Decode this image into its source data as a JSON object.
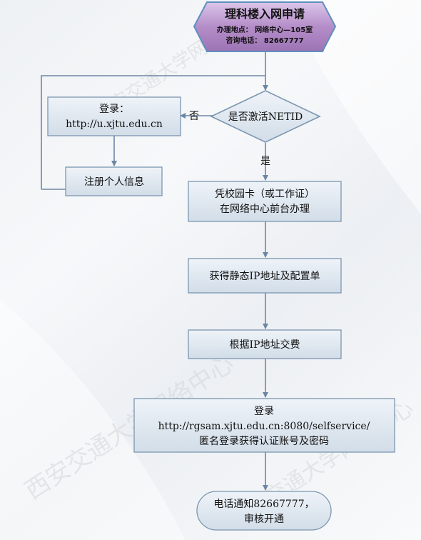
{
  "header": {
    "title": "理科楼入网申请",
    "address": "办理地点：  网络中心—105室",
    "phone": "咨询电话：  82667777"
  },
  "decision": {
    "label": "是否激活NETID",
    "yes": "是",
    "no": "否"
  },
  "login_box": {
    "line1": "登录：",
    "line2": "http://u.xjtu.edu.cn"
  },
  "register_box": {
    "label": "注册个人信息"
  },
  "steps": [
    {
      "line1": "凭校园卡（或工作证）",
      "line2": "在网络中心前台办理"
    },
    {
      "line1": "获得静态IP地址及配置单"
    },
    {
      "line1": "根据IP地址交费"
    },
    {
      "line1": "登录",
      "line2": "http://rgsam.xjtu.edu.cn:8080/selfservice/",
      "line3": "匿名登录获得认证账号及密码"
    }
  ],
  "final": {
    "line1": "电话通知82667777，",
    "line2": "审核开通"
  },
  "watermark": {
    "text": "西安交通大学网络中心"
  },
  "colors": {
    "box_fill": "#dde6ef",
    "box_stroke": "#7c96b0",
    "header_fill": "#b48dc8",
    "arrow": "#6d86a3"
  }
}
